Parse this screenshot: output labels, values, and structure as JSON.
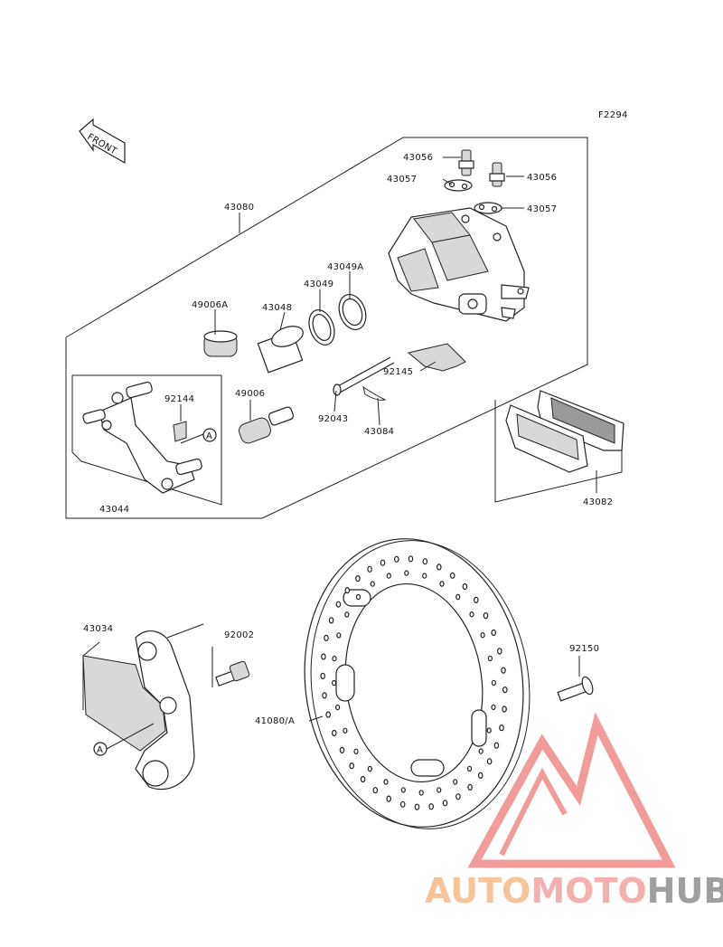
{
  "figure_code": "F2294",
  "front_label": "FRONT",
  "circle_marker": "A",
  "parts": {
    "p43056_top": "43056",
    "p43056_right": "43056",
    "p43057_top": "43057",
    "p43057_right": "43057",
    "p43080": "43080",
    "p43049A": "43049A",
    "p43049": "43049",
    "p49006A": "49006A",
    "p43048": "43048",
    "p92144": "92144",
    "p49006": "49006",
    "p92145": "92145",
    "p92043": "92043",
    "p43084": "43084",
    "p43044": "43044",
    "p43082": "43082",
    "p43034": "43034",
    "p92002": "92002",
    "p92150": "92150",
    "p41080A": "41080/A"
  },
  "watermark": {
    "part1": "AUTO",
    "part2": "MOTO",
    "part3": "HUB",
    "colors": {
      "auto": "#f6b98a",
      "moto": "#f3a3a1",
      "hub": "#8f8f8f",
      "triangle": "#f08a8a"
    }
  }
}
